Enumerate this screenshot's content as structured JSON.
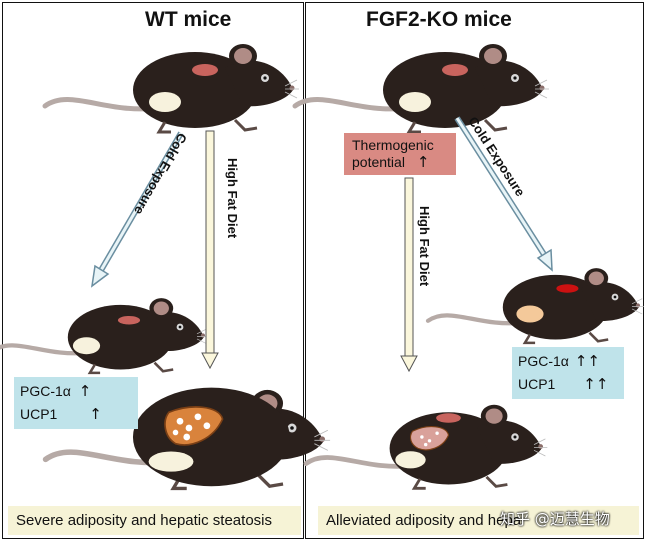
{
  "left_panel": {
    "title": "WT  mice",
    "cold_label": "Cold Exposure",
    "diet_label": "High Fat Diet",
    "markers": [
      {
        "label": "PGC-1α",
        "arrows": "↑"
      },
      {
        "label": "UCP1",
        "arrows": "↑"
      }
    ],
    "footer": "Severe adiposity and hepatic steatosis"
  },
  "right_panel": {
    "title": "FGF2-KO mice",
    "cold_label": "Cold Exposure",
    "diet_label": "High Fat Diet",
    "thermo_line1": "Thermogenic",
    "thermo_line2": "potential",
    "thermo_arrow": "↑",
    "markers": [
      {
        "label": "PGC-1α",
        "arrows": "↑↑"
      },
      {
        "label": "UCP1",
        "arrows": "↑↑"
      }
    ],
    "footer": "Alleviated adiposity and hepa"
  },
  "watermark": "知乎 @迈慧生物",
  "colors": {
    "mouse_body": "#2a201c",
    "mouse_ear": "#b08c86",
    "blue_box": "#bfe3ea",
    "red_box": "#d98a83",
    "footer_bg": "#f6f3d6",
    "brown_fat": "#c8645e",
    "white_fat": "#f7f2dd",
    "beige_fat": "#f4c99a",
    "liver": "#d9833c"
  }
}
